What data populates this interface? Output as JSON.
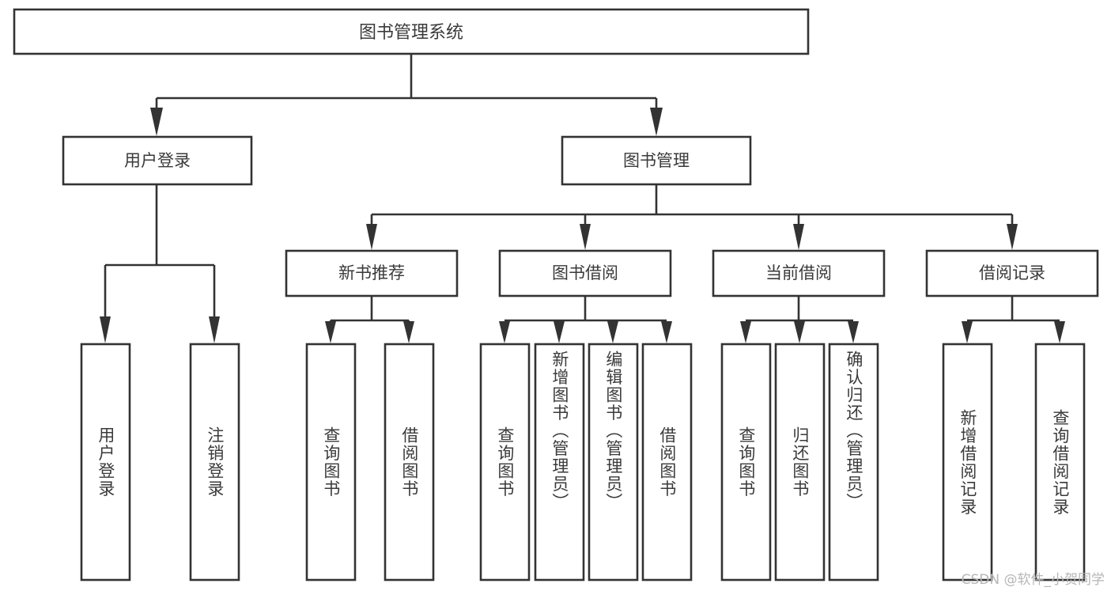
{
  "diagram": {
    "type": "tree-hierarchy",
    "title": "图书管理系统",
    "watermark": "CSDN @软件_小贺同学",
    "colors": {
      "box_stroke": "#333333",
      "box_fill": "#ffffff",
      "text": "#3a3a3a",
      "background": "#ffffff",
      "watermark": "#b6b6b6"
    },
    "root": {
      "label": "图书管理系统"
    },
    "level2": [
      {
        "id": "user-login",
        "label": "用户登录"
      },
      {
        "id": "book-manage",
        "label": "图书管理"
      }
    ],
    "level3": [
      {
        "id": "new-book-recommend",
        "label": "新书推荐",
        "parent": "book-manage"
      },
      {
        "id": "book-borrow",
        "label": "图书借阅",
        "parent": "book-manage"
      },
      {
        "id": "current-borrow",
        "label": "当前借阅",
        "parent": "book-manage"
      },
      {
        "id": "borrow-record",
        "label": "借阅记录",
        "parent": "book-manage"
      }
    ],
    "leaves": [
      {
        "id": "leaf-user-login",
        "label": "用户登录",
        "parent": "user-login"
      },
      {
        "id": "leaf-user-logout",
        "label": "注销登录",
        "parent": "user-login"
      },
      {
        "id": "leaf-query-book-1",
        "label": "查询图书",
        "parent": "new-book-recommend"
      },
      {
        "id": "leaf-borrow-book-1",
        "label": "借阅图书",
        "parent": "new-book-recommend"
      },
      {
        "id": "leaf-query-book-2",
        "label": "查询图书",
        "parent": "book-borrow"
      },
      {
        "id": "leaf-add-book",
        "label": "新增图书（管理员）",
        "parent": "book-borrow"
      },
      {
        "id": "leaf-edit-book",
        "label": "编辑图书（管理员）",
        "parent": "book-borrow"
      },
      {
        "id": "leaf-borrow-book-2",
        "label": "借阅图书",
        "parent": "book-borrow"
      },
      {
        "id": "leaf-query-book-3",
        "label": "查询图书",
        "parent": "current-borrow"
      },
      {
        "id": "leaf-return-book",
        "label": "归还图书",
        "parent": "current-borrow"
      },
      {
        "id": "leaf-confirm-return",
        "label": "确认归还（管理员）",
        "parent": "current-borrow"
      },
      {
        "id": "leaf-add-record",
        "label": "新增借阅记录",
        "parent": "borrow-record"
      },
      {
        "id": "leaf-query-record",
        "label": "查询借阅记录",
        "parent": "borrow-record"
      }
    ]
  }
}
